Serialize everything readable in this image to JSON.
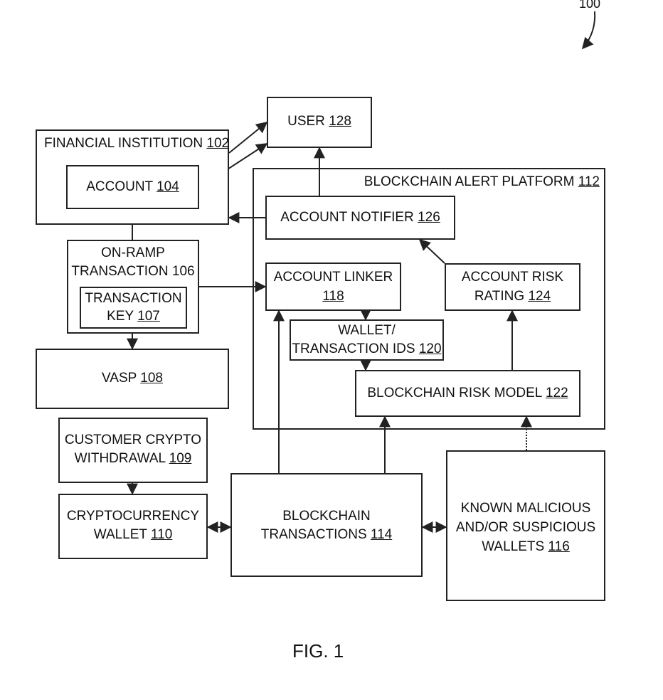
{
  "figure_ref": "100",
  "figure_caption": "FIG. 1",
  "boxes": {
    "user": {
      "text": "USER",
      "ref": "128"
    },
    "financial_institution": {
      "text": "FINANCIAL INSTITUTION",
      "ref": "102"
    },
    "account": {
      "text": "ACCOUNT",
      "ref": "104"
    },
    "platform": {
      "text": "BLOCKCHAIN ALERT PLATFORM",
      "ref": "112"
    },
    "account_notifier": {
      "text": "ACCOUNT NOTIFIER",
      "ref": "126"
    },
    "onramp": {
      "line1": "ON-RAMP",
      "line2": "TRANSACTION",
      "ref": "106"
    },
    "transaction_key": {
      "line1": "TRANSACTION",
      "line2": "KEY",
      "ref": "107"
    },
    "account_linker": {
      "line1": "ACCOUNT LINKER",
      "ref": "118"
    },
    "account_risk_rating": {
      "line1": "ACCOUNT RISK",
      "line2": "RATING",
      "ref": "124"
    },
    "wallet_ids": {
      "line1": "WALLET/",
      "line2": "TRANSACTION IDS",
      "ref": "120"
    },
    "risk_model": {
      "text": "BLOCKCHAIN RISK MODEL",
      "ref": "122"
    },
    "vasp": {
      "text": "VASP",
      "ref": "108"
    },
    "withdrawal": {
      "line1": "CUSTOMER CRYPTO",
      "line2": "WITHDRAWAL",
      "ref": "109"
    },
    "wallet": {
      "line1": "CRYPTOCURRENCY",
      "line2": "WALLET",
      "ref": "110"
    },
    "blockchain_tx": {
      "line1": "BLOCKCHAIN",
      "line2": "TRANSACTIONS",
      "ref": "114"
    },
    "malicious": {
      "line1": "KNOWN MALICIOUS",
      "line2": "AND/OR SUSPICIOUS",
      "line3": "WALLETS",
      "ref": "116"
    }
  }
}
